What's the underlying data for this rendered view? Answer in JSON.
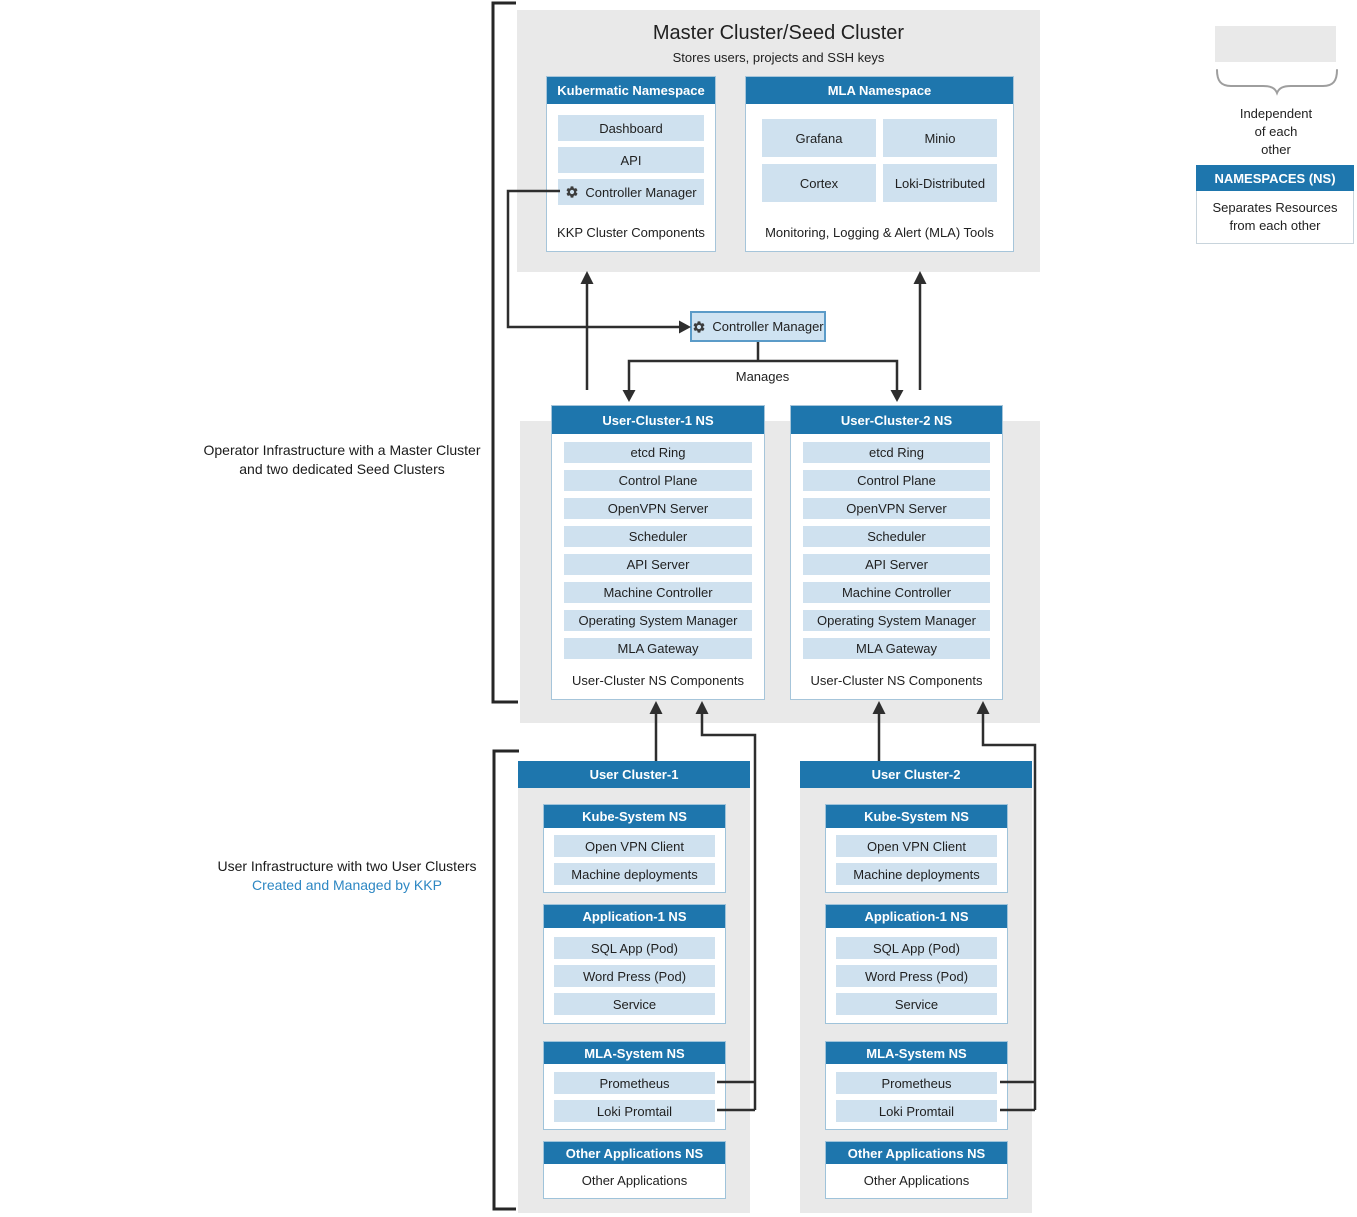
{
  "colors": {
    "header_blue": "#1e76ad",
    "item_blue": "#cfe1ef",
    "panel_gray": "#e9e9e9",
    "accent_text_blue": "#2d87c3",
    "line_dark": "#2e2e2e",
    "cm_box_fill": "#cfe3f2",
    "cm_box_border": "#5b9bc8"
  },
  "master": {
    "title": "Master Cluster/Seed Cluster",
    "subtitle": "Stores users, projects and SSH keys",
    "kubermatic_namespace": {
      "header": "Kubermatic Namespace",
      "items": [
        "Dashboard",
        "API",
        "Controller Manager"
      ],
      "footer": "KKP Cluster Components"
    },
    "mla_namespace": {
      "header": "MLA Namespace",
      "items": [
        "Grafana",
        "Minio",
        "Cortex",
        "Loki-Distributed"
      ],
      "footer": "Monitoring, Logging & Alert (MLA) Tools"
    }
  },
  "legend": {
    "independent_label": "Independent\nof each\nother",
    "namespaces": {
      "header": "NAMESPACES (NS)",
      "body": "Separates Resources\nfrom each other"
    }
  },
  "middle": {
    "controller_manager_label": "Controller Manager",
    "manages_label": "Manages"
  },
  "labels": {
    "operator_infrastructure": "Operator Infrastructure with a Master Cluster\nand two dedicated Seed Clusters",
    "user_infrastructure_line1": "User Infrastructure with two User Clusters",
    "user_infrastructure_line2": "Created and Managed by KKP"
  },
  "seed_namespaces": [
    {
      "header": "User-Cluster-1 NS",
      "items": [
        "etcd Ring",
        "Control Plane",
        "OpenVPN Server",
        "Scheduler",
        "API Server",
        "Machine Controller",
        "Operating System Manager",
        "MLA Gateway"
      ],
      "footer": "User-Cluster NS Components"
    },
    {
      "header": "User-Cluster-2 NS",
      "items": [
        "etcd Ring",
        "Control Plane",
        "OpenVPN Server",
        "Scheduler",
        "API Server",
        "Machine Controller",
        "Operating System Manager",
        "MLA Gateway"
      ],
      "footer": "User-Cluster NS Components"
    }
  ],
  "user_clusters": [
    {
      "header": "User Cluster-1",
      "kube_system": {
        "header": "Kube-System NS",
        "items": [
          "Open VPN Client",
          "Machine deployments"
        ]
      },
      "application": {
        "header": "Application-1 NS",
        "items": [
          "SQL App (Pod)",
          "Word Press (Pod)",
          "Service"
        ]
      },
      "mla_system": {
        "header": "MLA-System NS",
        "items": [
          "Prometheus",
          "Loki Promtail"
        ]
      },
      "other": {
        "header": "Other Applications NS",
        "items": [
          "Other Applications"
        ]
      }
    },
    {
      "header": "User Cluster-2",
      "kube_system": {
        "header": "Kube-System NS",
        "items": [
          "Open VPN Client",
          "Machine deployments"
        ]
      },
      "application": {
        "header": "Application-1 NS",
        "items": [
          "SQL App (Pod)",
          "Word Press (Pod)",
          "Service"
        ]
      },
      "mla_system": {
        "header": "MLA-System NS",
        "items": [
          "Prometheus",
          "Loki Promtail"
        ]
      },
      "other": {
        "header": "Other Applications NS",
        "items": [
          "Other Applications"
        ]
      }
    }
  ]
}
